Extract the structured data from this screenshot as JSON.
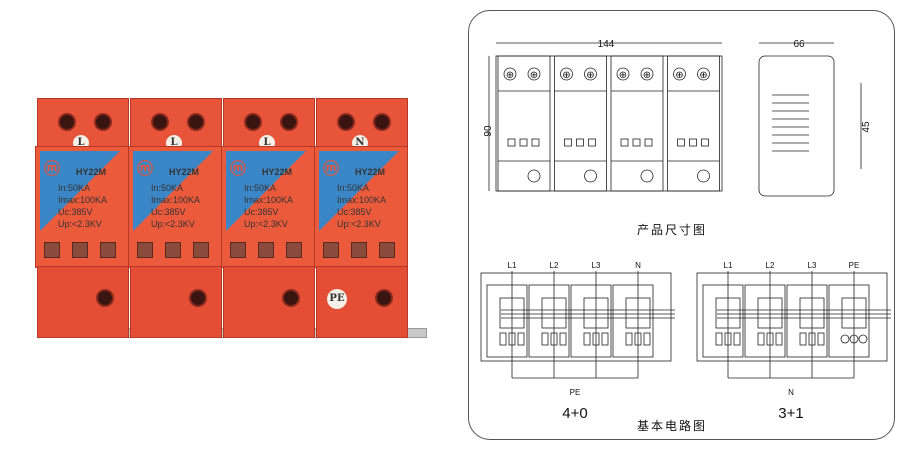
{
  "photo": {
    "modules": [
      {
        "terminal_label": "L",
        "model": "HY22M",
        "specs": [
          "In:50KA",
          "Imax:100KA",
          "Uc:385V",
          "Up:<2.3KV"
        ],
        "bottom_label": ""
      },
      {
        "terminal_label": "L",
        "model": "HY22M",
        "specs": [
          "In:50KA",
          "Imax:100KA",
          "Uc:385V",
          "Up:<2.3KV"
        ],
        "bottom_label": ""
      },
      {
        "terminal_label": "L",
        "model": "HY22M",
        "specs": [
          "In:50KA",
          "Imax:100KA",
          "Uc:385V",
          "Up:<2.3KV"
        ],
        "bottom_label": ""
      },
      {
        "terminal_label": "N",
        "model": "HY22M",
        "specs": [
          "In:50KA",
          "Imax:100KA",
          "Uc:385V",
          "Up:<2.3KV"
        ],
        "bottom_label": "PE"
      }
    ],
    "colors": {
      "body": "#e8543a",
      "logo_blue": "#3a86c6"
    }
  },
  "drawing": {
    "front_width": "144",
    "front_height": "90",
    "side_width": "66",
    "side_height": "45",
    "dimension_caption": "产品尺寸图",
    "circuit_caption": "基本电路图",
    "circuits": [
      {
        "config": "4+0",
        "lines": [
          "L1",
          "L2",
          "L3",
          "N"
        ],
        "common": "PE",
        "last_gap": false
      },
      {
        "config": "3+1",
        "lines": [
          "L1",
          "L2",
          "L3",
          "PE"
        ],
        "common": "N",
        "last_gap": true
      }
    ]
  }
}
